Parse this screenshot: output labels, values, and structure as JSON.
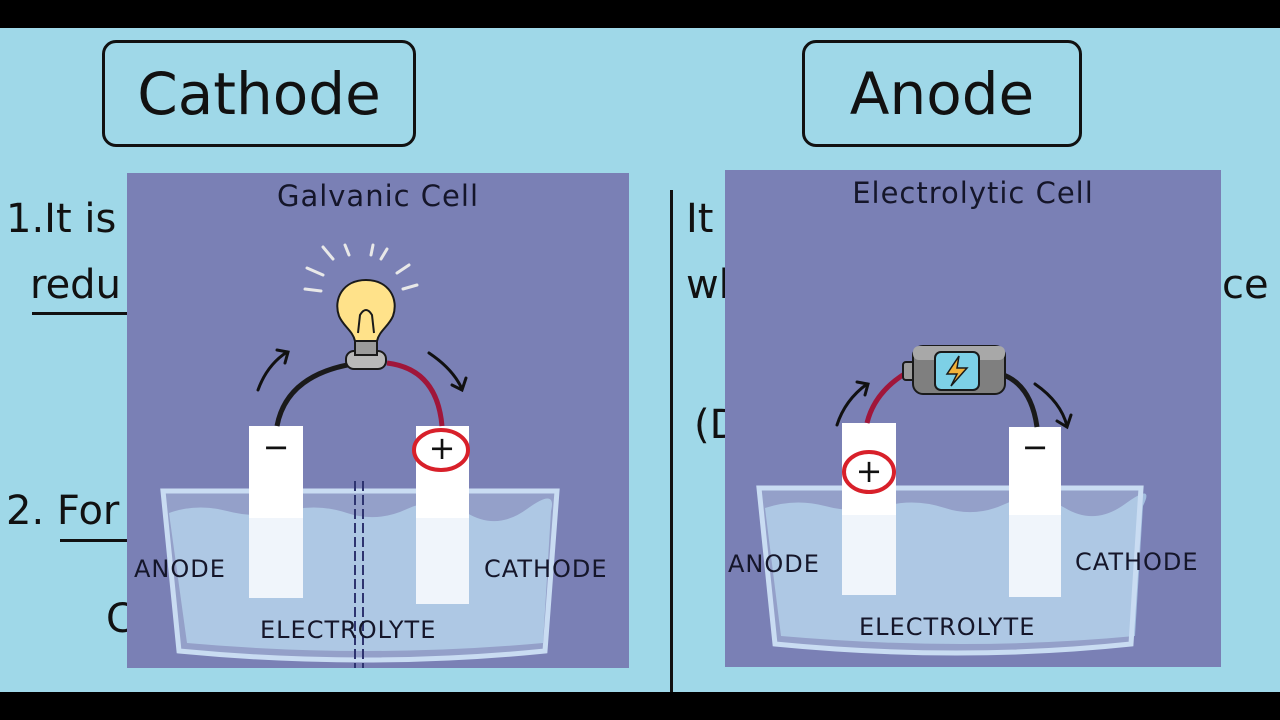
{
  "cathode_title": "Cathode",
  "anode_title": "Anode",
  "background_text": {
    "left_line1": "1.It is",
    "left_line2": "redu",
    "left_line3": "2. For",
    "left_line4": "C",
    "right_line1": "It",
    "right_line2": "wh",
    "right_line2_end": "ce",
    "right_line3": "(D"
  },
  "galvanic": {
    "title": "Galvanic Cell",
    "anode_label": "ANODE",
    "cathode_label": "CATHODE",
    "electrolyte_label": "ELECTROLYTE",
    "left_sign": "−",
    "right_sign": "+"
  },
  "electrolytic": {
    "title": "Electrolytic Cell",
    "anode_label": "ANODE",
    "cathode_label": "CATHODE",
    "electrolyte_label": "ELECTROLYTE",
    "left_sign": "+",
    "right_sign": "−"
  },
  "colors": {
    "background": "#9fd8e8",
    "panel": "#7a80b5",
    "highlight_circle": "#d8202a",
    "wire_red": "#a0163a"
  }
}
